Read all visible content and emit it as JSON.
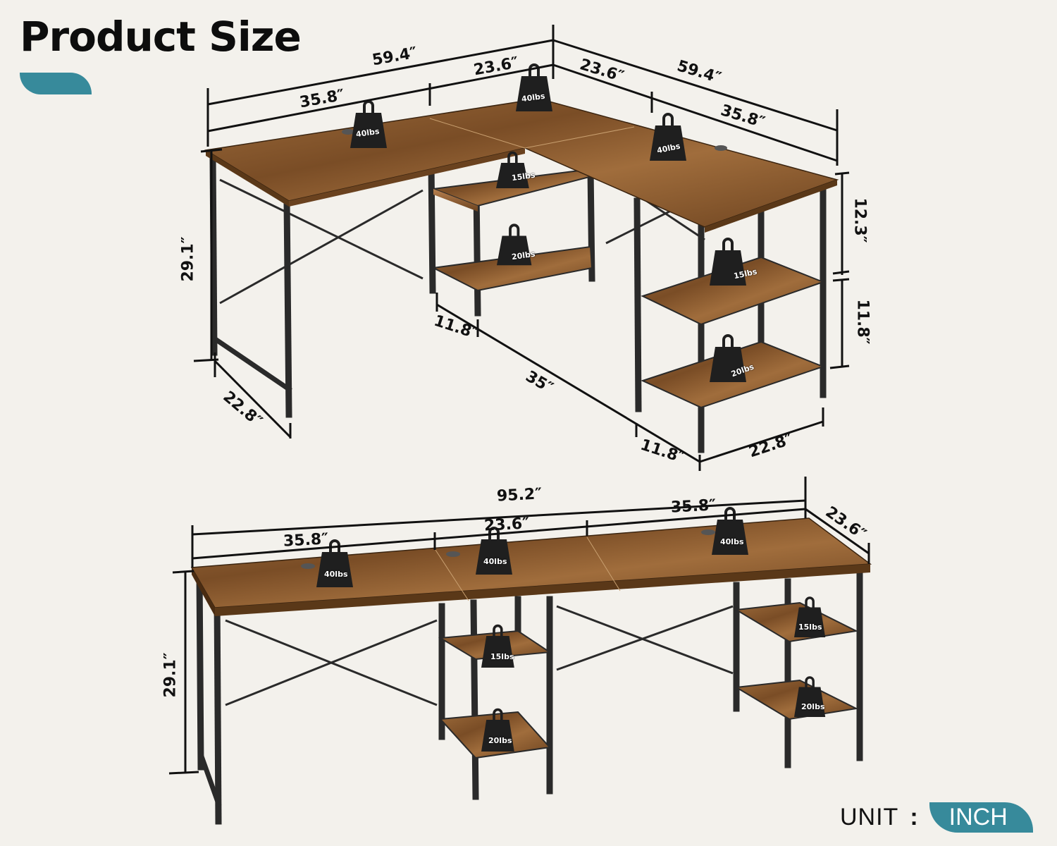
{
  "header": {
    "title": "Product Size",
    "accent_color": "#378a9b"
  },
  "colors": {
    "background": "#f3f1ec",
    "wood": "#8a5a2e",
    "metal": "#2a2a2a",
    "dimension_line": "#111111",
    "accent": "#378a9b"
  },
  "l_shape": {
    "dimensions": {
      "top_left_total": "59.4″",
      "top_left_segment_a": "35.8″",
      "top_left_segment_b": "23.6″",
      "top_right_segment_a": "23.6″",
      "top_right_total": "59.4″",
      "top_right_segment_b": "35.8″",
      "height": "29.1″",
      "depth_left": "22.8″",
      "shelf_upper_height": "12.3″",
      "shelf_lower_height": "11.8″",
      "shelf_depth_left": "11.8″",
      "base_span": "35″",
      "shelf_depth_right": "11.8″",
      "depth_right": "22.8″"
    },
    "weights": [
      {
        "label": "40lbs",
        "location": "left desktop"
      },
      {
        "label": "40lbs",
        "location": "corner desktop"
      },
      {
        "label": "40lbs",
        "location": "right desktop"
      },
      {
        "label": "15lbs",
        "location": "left shelf upper"
      },
      {
        "label": "20lbs",
        "location": "left shelf lower"
      },
      {
        "label": "15lbs",
        "location": "right shelf upper"
      },
      {
        "label": "20lbs",
        "location": "right shelf lower"
      }
    ]
  },
  "straight_shape": {
    "dimensions": {
      "total": "95.2″",
      "segment_a": "35.8″",
      "segment_b": "23.6″",
      "segment_c": "35.8″",
      "depth": "23.6″",
      "height": "29.1″"
    },
    "weights": [
      {
        "label": "40lbs",
        "location": "left desktop"
      },
      {
        "label": "40lbs",
        "location": "middle desktop"
      },
      {
        "label": "40lbs",
        "location": "right desktop"
      },
      {
        "label": "15lbs",
        "location": "middle shelf upper"
      },
      {
        "label": "20lbs",
        "location": "middle shelf lower"
      },
      {
        "label": "15lbs",
        "location": "right shelf upper"
      },
      {
        "label": "20lbs",
        "location": "right shelf lower"
      }
    ]
  },
  "unit": {
    "label": "UNIT",
    "separator": ":",
    "value": "INCH"
  }
}
